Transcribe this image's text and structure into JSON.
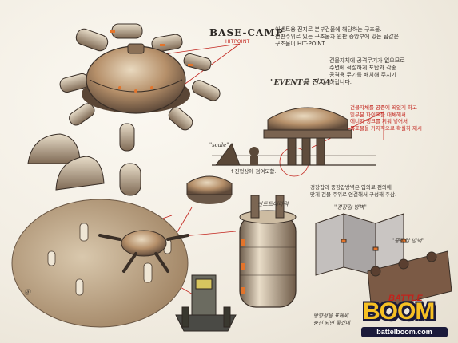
{
  "title": "BASE-CAMP",
  "hit_point_label": "HITPOINT",
  "desc_main": "이벤트용 진지로 본부건물에 해당하는 구조물.\n원판주위로 있는 구조물과 원판 중앙부에 있는 탑같은\n구조물이 HIT-POINT",
  "desc_weapons": "건물자체에 공격무기가 없으므로\n주변에 적절하게 포탑과 각종\n공격용 무기를 배치해 주시기\n바랍니다.",
  "event_label": "\"EVENT용 진지A\"",
  "red_note": "건물자체를 공중에 띄있게 하고\n밑부분 파이프를 대체해서\n에너지 탱크를 끼워 넣어서\n독표물을 가지적으로 확실히 제시",
  "scale_label": "\"scale\"",
  "tower_note": "↑진형상에 점여도함.",
  "wall_note": "경장갑과 중장갑방벽은 입외로 편의에\n맞게 건물 주위로 연결해서 구성해 주삼.",
  "part_label": "반드트에라워",
  "wall_label_1": "\"경장갑 방벽\"",
  "wall_label_2": "\"중장갑 방벽\"",
  "bottom_note": "방향성을 표헤써\n충진 되면 좋겠데",
  "ground_label": "ⓐ",
  "logo": {
    "battle": "BATTLE",
    "boom": "BOOM",
    "site": "battelboom.com"
  },
  "colors": {
    "accent_red": "#c2221b",
    "logo_yellow": "#f6c023",
    "logo_navy": "#1b1a3a"
  }
}
